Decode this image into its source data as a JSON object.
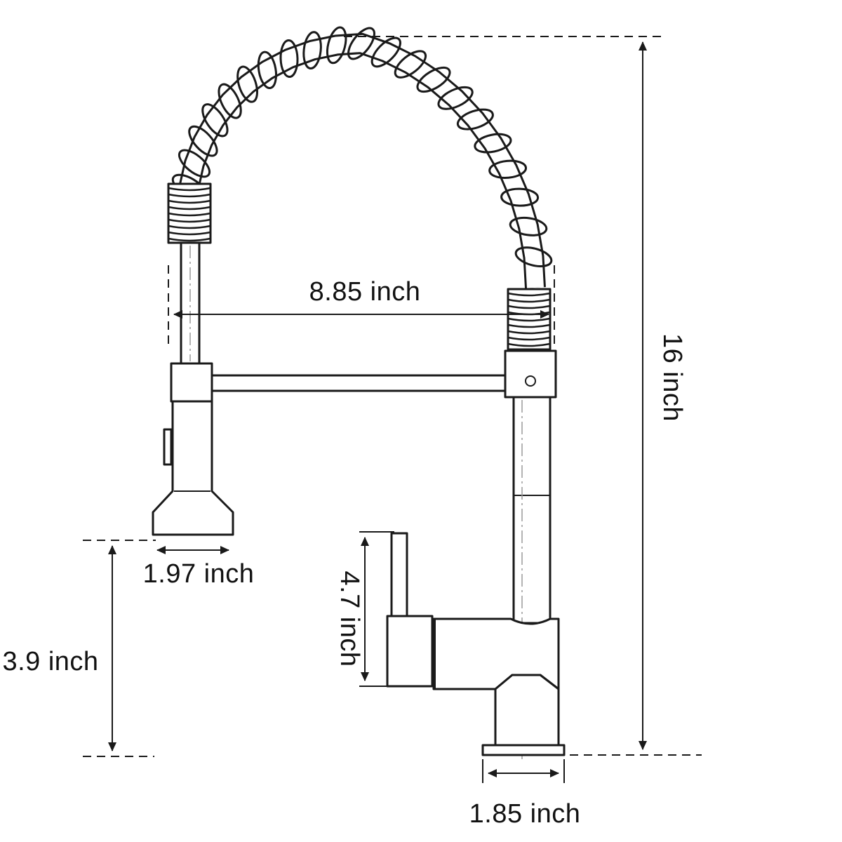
{
  "diagram": {
    "subject": "pull-down spring kitchen faucet",
    "dimensions": {
      "total_height": "16 inch",
      "spout_reach": "8.85 inch",
      "sprayer_head_width": "1.97 inch",
      "sprayer_clearance": "3.9 inch",
      "handle_height": "4.7 inch",
      "base_diameter": "1.85 inch"
    },
    "colors": {
      "line": "#1a1a1a",
      "background": "#ffffff"
    }
  }
}
